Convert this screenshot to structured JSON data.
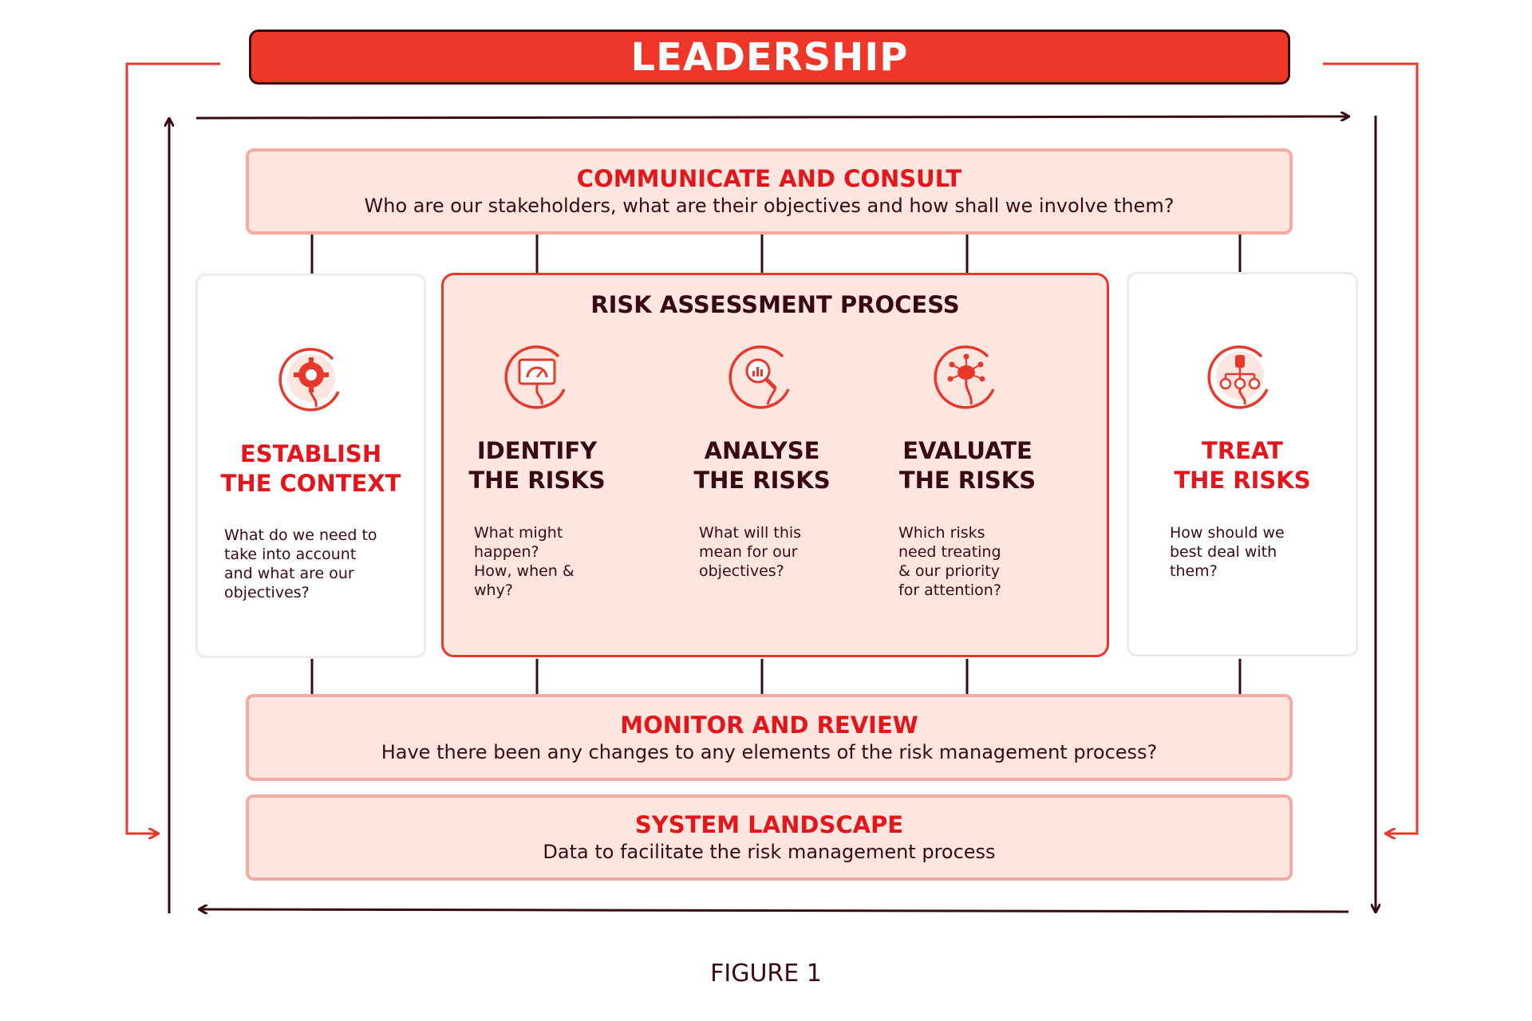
{
  "leadership": {
    "label": "LEADERSHIP"
  },
  "communicate": {
    "title": "COMMUNICATE AND CONSULT",
    "subtitle": "Who are our stakeholders, what are their objectives and how shall we involve them?"
  },
  "establish": {
    "title_line1": "ESTABLISH",
    "title_line2": "THE CONTEXT",
    "description": [
      "What do we need to",
      "take into account",
      "and what are our",
      "objectives?"
    ],
    "icon": "gear-icon"
  },
  "risk_assessment": {
    "title": "RISK ASSESSMENT PROCESS",
    "steps": [
      {
        "title_line1": "IDENTIFY",
        "title_line2": "THE RISKS",
        "description": [
          "What might",
          "happen?",
          "How, when &",
          "why?"
        ],
        "icon": "monitor-gauge-icon"
      },
      {
        "title_line1": "ANALYSE",
        "title_line2": "THE RISKS",
        "description": [
          "What will this",
          "mean for our",
          "objectives?"
        ],
        "icon": "magnifier-chart-icon"
      },
      {
        "title_line1": "EVALUATE",
        "title_line2": "THE RISKS",
        "description": [
          "Which risks",
          "need treating",
          "& our priority",
          "for attention?"
        ],
        "icon": "brain-network-icon"
      }
    ]
  },
  "treat": {
    "title_line1": "TREAT",
    "title_line2": "THE RISKS",
    "description": [
      "How should we",
      "best deal with",
      "them?"
    ],
    "icon": "org-chart-icon"
  },
  "monitor": {
    "title": "MONITOR AND REVIEW",
    "subtitle": "Have there been any changes to any elements of the risk management process?"
  },
  "system": {
    "title": "SYSTEM LANDSCAPE",
    "subtitle": "Data to facilitate the risk management process"
  },
  "caption": "FIGURE 1",
  "colors": {
    "accent_red": "#ee3629",
    "title_red": "#e3161b",
    "dark": "#3a0a12",
    "band_fill": "#fde6df",
    "band_border": "#f2aba2"
  }
}
